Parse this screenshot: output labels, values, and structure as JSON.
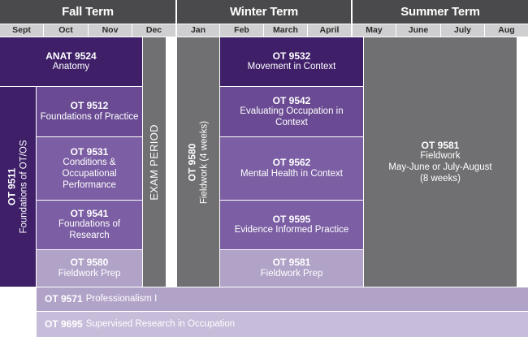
{
  "terms": [
    {
      "label": "Fall Term"
    },
    {
      "label": "Winter Term"
    },
    {
      "label": "Summer Term"
    }
  ],
  "months": [
    "Sept",
    "Oct",
    "Nov",
    "Dec",
    "Jan",
    "Feb",
    "March",
    "April",
    "May",
    "June",
    "July",
    "Aug"
  ],
  "courses": {
    "anat9524": {
      "code": "ANAT 9524",
      "name": "Anatomy"
    },
    "ot9511": {
      "code": "OT 9511",
      "name": "Foundations of OT/OS"
    },
    "ot9512": {
      "code": "OT 9512",
      "name": "Foundations of Practice"
    },
    "ot9531": {
      "code": "OT 9531",
      "name_lines": [
        "Conditions &",
        "Occupational",
        "Performance"
      ]
    },
    "ot9541": {
      "code": "OT 9541",
      "name_lines": [
        "Foundations of",
        "Research"
      ]
    },
    "ot9580_prep": {
      "code": "OT 9580",
      "name": "Fieldwork Prep"
    },
    "exam_period": {
      "label": "EXAM PERIOD"
    },
    "ot9580_fw": {
      "code": "OT 9580",
      "name": "Fieldwork (4 weeks)"
    },
    "ot9532": {
      "code": "OT 9532",
      "name": "Movement in Context"
    },
    "ot9542": {
      "code": "OT 9542",
      "name_lines": [
        "Evaluating Occupation in",
        "Context"
      ]
    },
    "ot9562": {
      "code": "OT 9562",
      "name": "Mental Health in Context"
    },
    "ot9595": {
      "code": "OT 9595",
      "name": "Evidence Informed Practice"
    },
    "ot9581_prep": {
      "code": "OT 9581",
      "name": "Fieldwork Prep"
    },
    "ot9581_fw": {
      "code": "OT 9581",
      "name_lines": [
        "Fieldwork",
        "May-June or July-August",
        "(8 weeks)"
      ]
    },
    "ot9571": {
      "code": "OT 9571",
      "name": "Professionalism I"
    },
    "ot9695": {
      "code": "OT 9695",
      "name": "Supervised Research in Occupation"
    }
  },
  "colors": {
    "header": "#4a4a4c",
    "month_row": "#cfcfd1",
    "dark_purple": "#3e1f68",
    "mid_purple": "#6a4b93",
    "grey": "#707072",
    "light_purple": "#b1a3c8",
    "lighter_purple": "#c7bcd9"
  }
}
